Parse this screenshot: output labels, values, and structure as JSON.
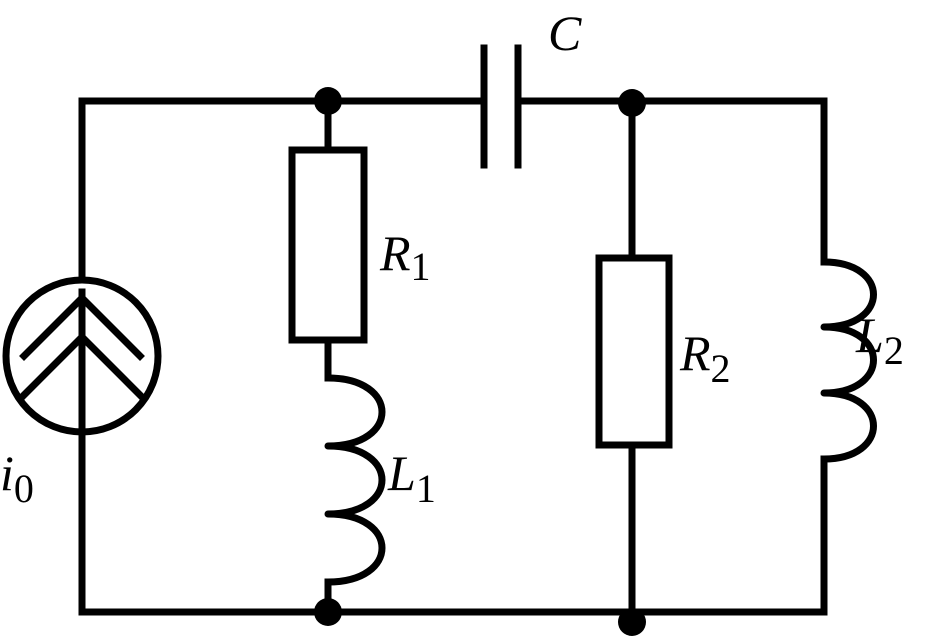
{
  "labels": {
    "capacitor": "C",
    "r1": {
      "main": "R",
      "sub": "1"
    },
    "l1": {
      "main": "L",
      "sub": "1"
    },
    "r2": {
      "main": "R",
      "sub": "2"
    },
    "l2": {
      "main": "L",
      "sub": "2"
    },
    "source": {
      "main": "i",
      "sub": "0"
    }
  }
}
